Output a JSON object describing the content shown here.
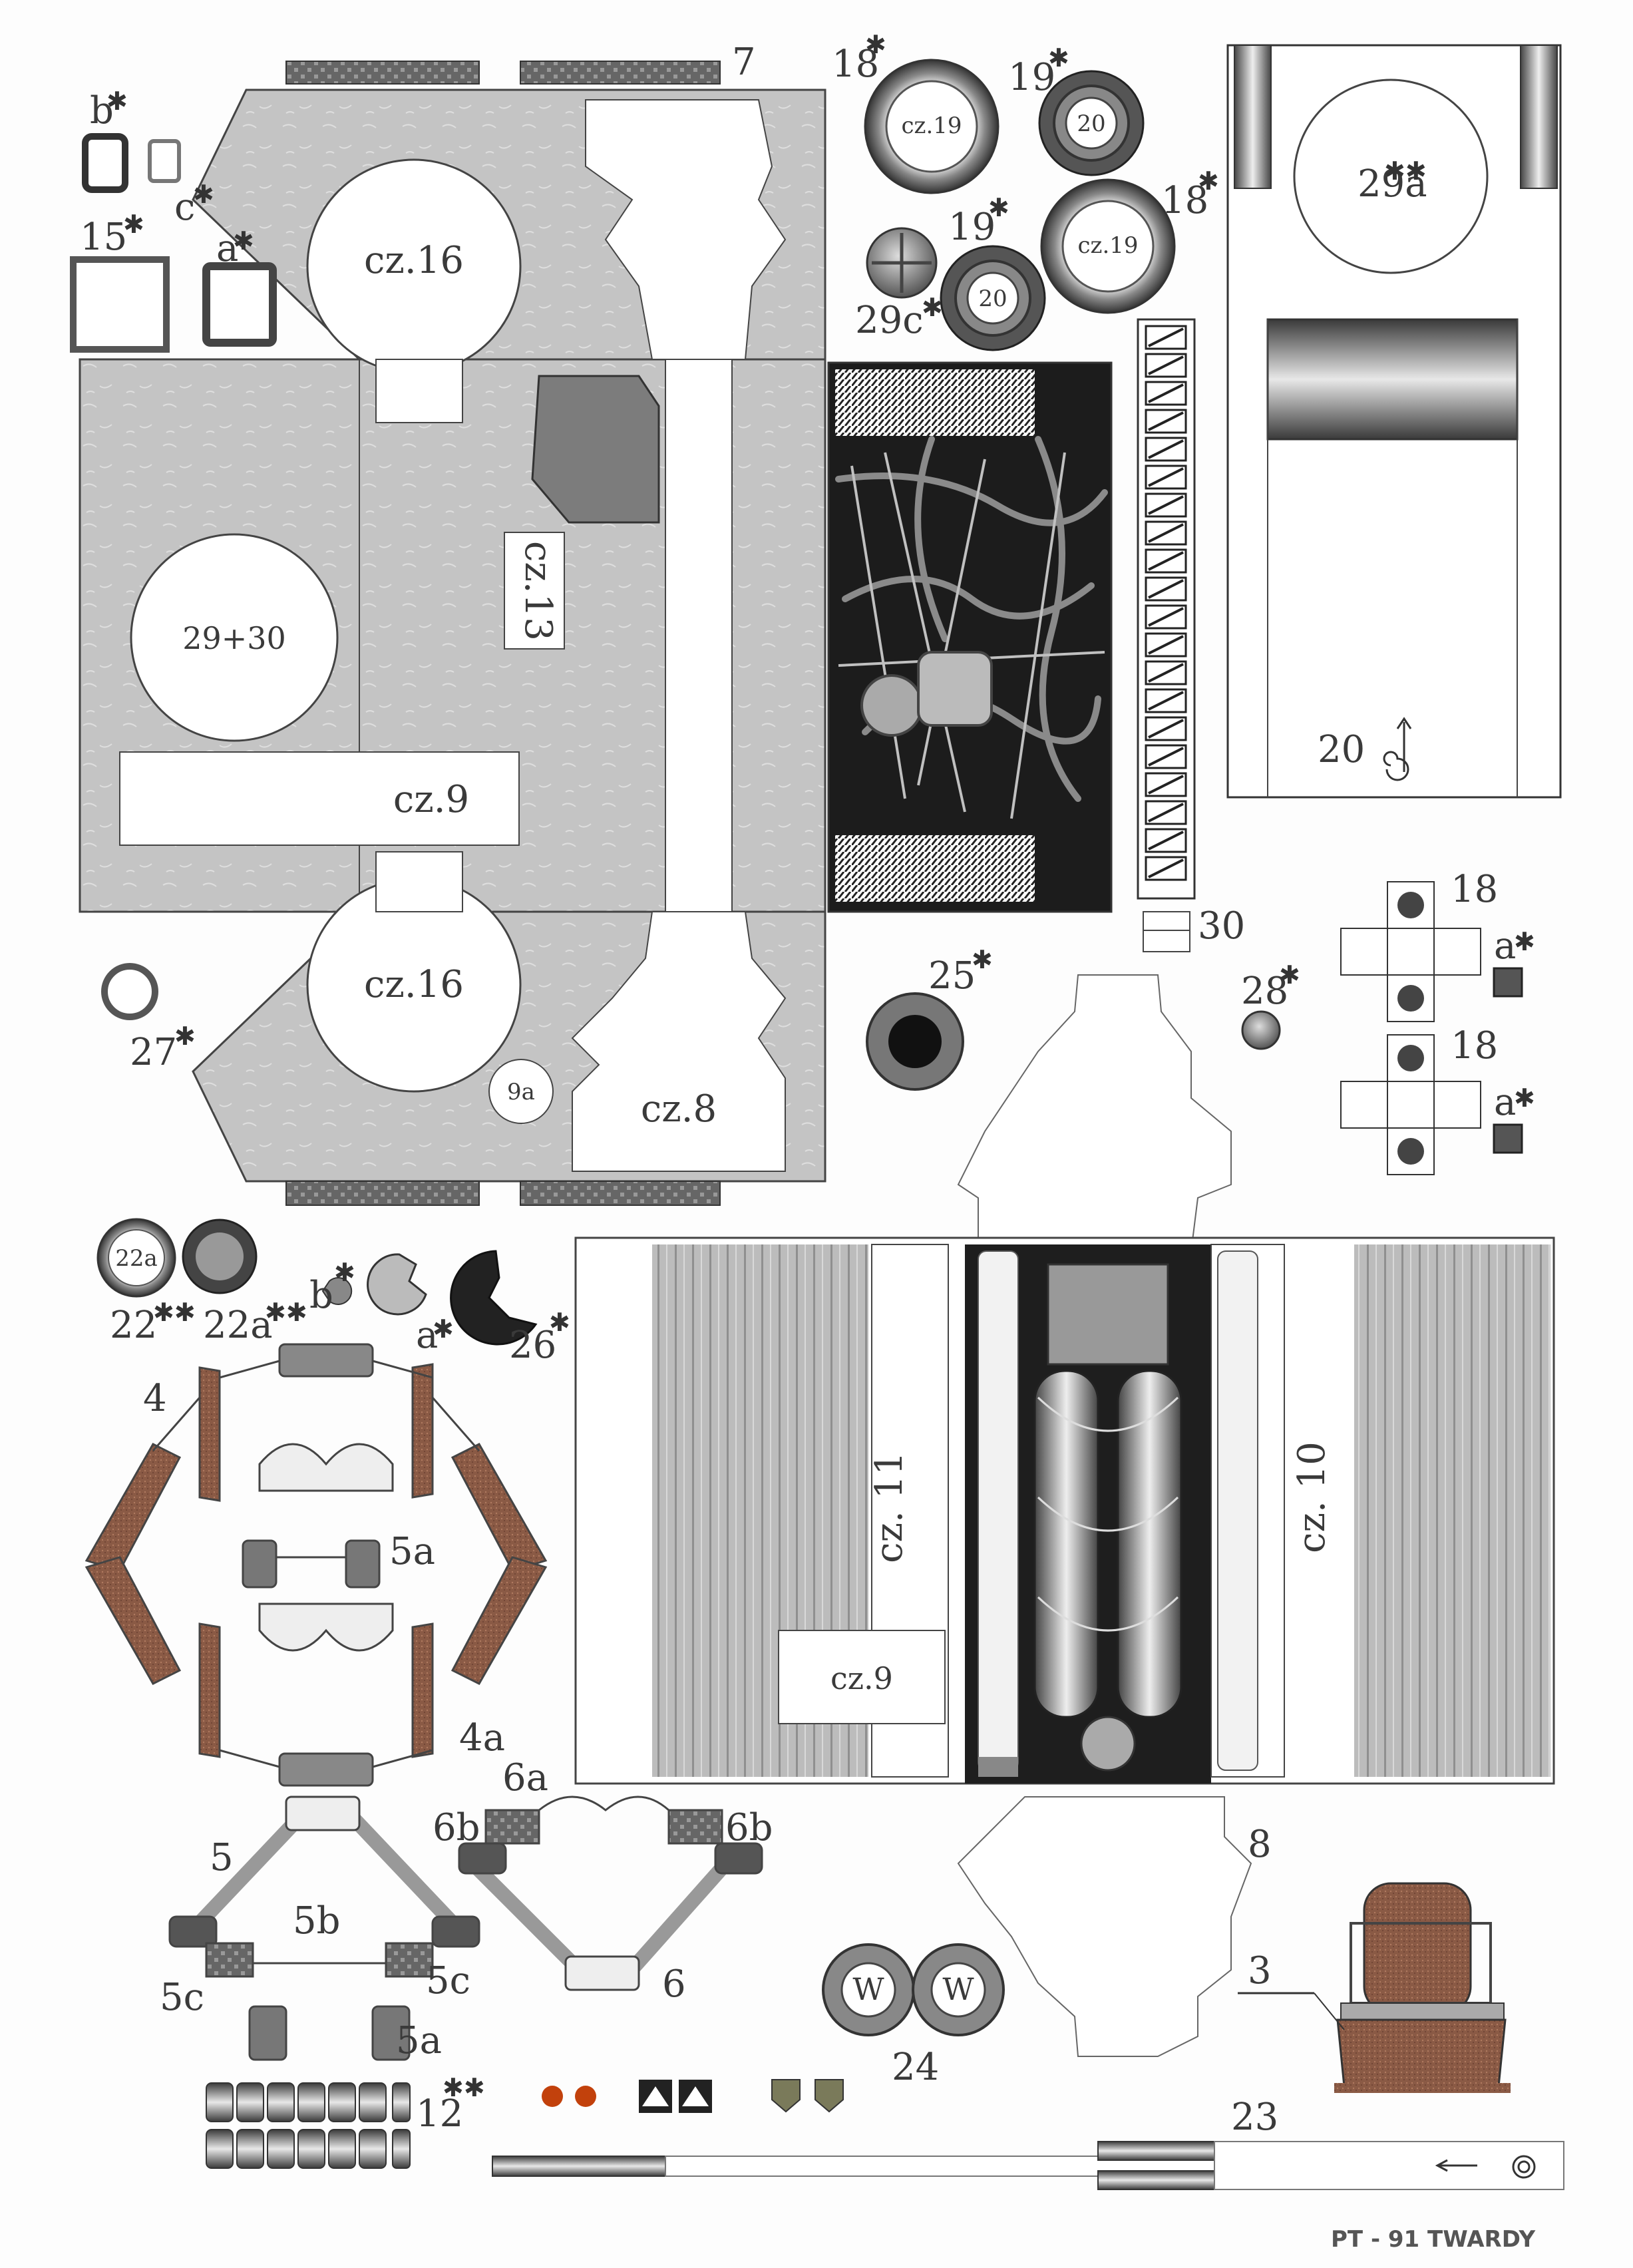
{
  "sheet": {
    "footer": "PT - 91 TWARDY"
  },
  "labels": {
    "p7": "7",
    "p18a": "18",
    "p18a_star": "✱",
    "p19a": "19",
    "p19a_star": "✱",
    "p19b": "19",
    "p19b_star": "✱",
    "p18b": "18",
    "p18b_star": "✱",
    "p29c": "29c",
    "p29c_star": "✱",
    "p29a": "29a",
    "p29a_star": "✱✱",
    "pb": "b",
    "pb_star": "✱",
    "pc": "c",
    "pc_star": "✱",
    "p15": "15",
    "p15_star": "✱",
    "pa": "a",
    "pa_star": "✱",
    "p20": "20",
    "p30": "30",
    "p18c": "18",
    "pa2": "a",
    "pa2_star": "✱",
    "p18d": "18",
    "pa3": "a",
    "pa3_star": "✱",
    "p27": "27",
    "p27_star": "✱",
    "p25": "25",
    "p25_star": "✱",
    "p28": "28",
    "p28_star": "✱",
    "p22": "22",
    "p22_star": "✱✱",
    "p22a": "22a",
    "p22a_star": "✱✱",
    "pb2": "b",
    "pb2_star": "✱",
    "pa4": "a",
    "pa4_star": "✱",
    "p26": "26",
    "p26_star": "✱",
    "p4": "4",
    "p5a_top": "5a",
    "p4a": "4a",
    "p5": "5",
    "p5b": "5b",
    "p5c_l": "5c",
    "p5c_r": "5c",
    "p5a_bot": "5a",
    "p6a": "6a",
    "p6b_l": "6b",
    "p6b_r": "6b",
    "p6": "6",
    "p8": "8",
    "p3": "3",
    "p24": "24",
    "p12": "12",
    "p12_star": "✱✱",
    "p23": "23"
  },
  "part_text": {
    "cz16_top": "cz.16",
    "cz16_bot": "cz.16",
    "cz13": "cz.13",
    "cz9_hull": "cz.9",
    "c29_30": "29+30",
    "cz8": "cz.8",
    "p9a": "9a",
    "cz19_a": "cz.19",
    "cz19_b": "cz.19",
    "w20_a": "20",
    "w20_b": "20",
    "cz11": "cz. 11",
    "cz10": "cz. 10",
    "cz9_engine": "cz.9",
    "ring22a": "22a",
    "w24_a": "W",
    "w24_b": "W"
  },
  "colors": {
    "hull": "#c9c9c9",
    "hull_dark": "#a9a9a9",
    "engine_bg": "#1a1a1a",
    "rubber": "#8a5a45",
    "metal": "#9a9a9a",
    "line": "#444444"
  }
}
